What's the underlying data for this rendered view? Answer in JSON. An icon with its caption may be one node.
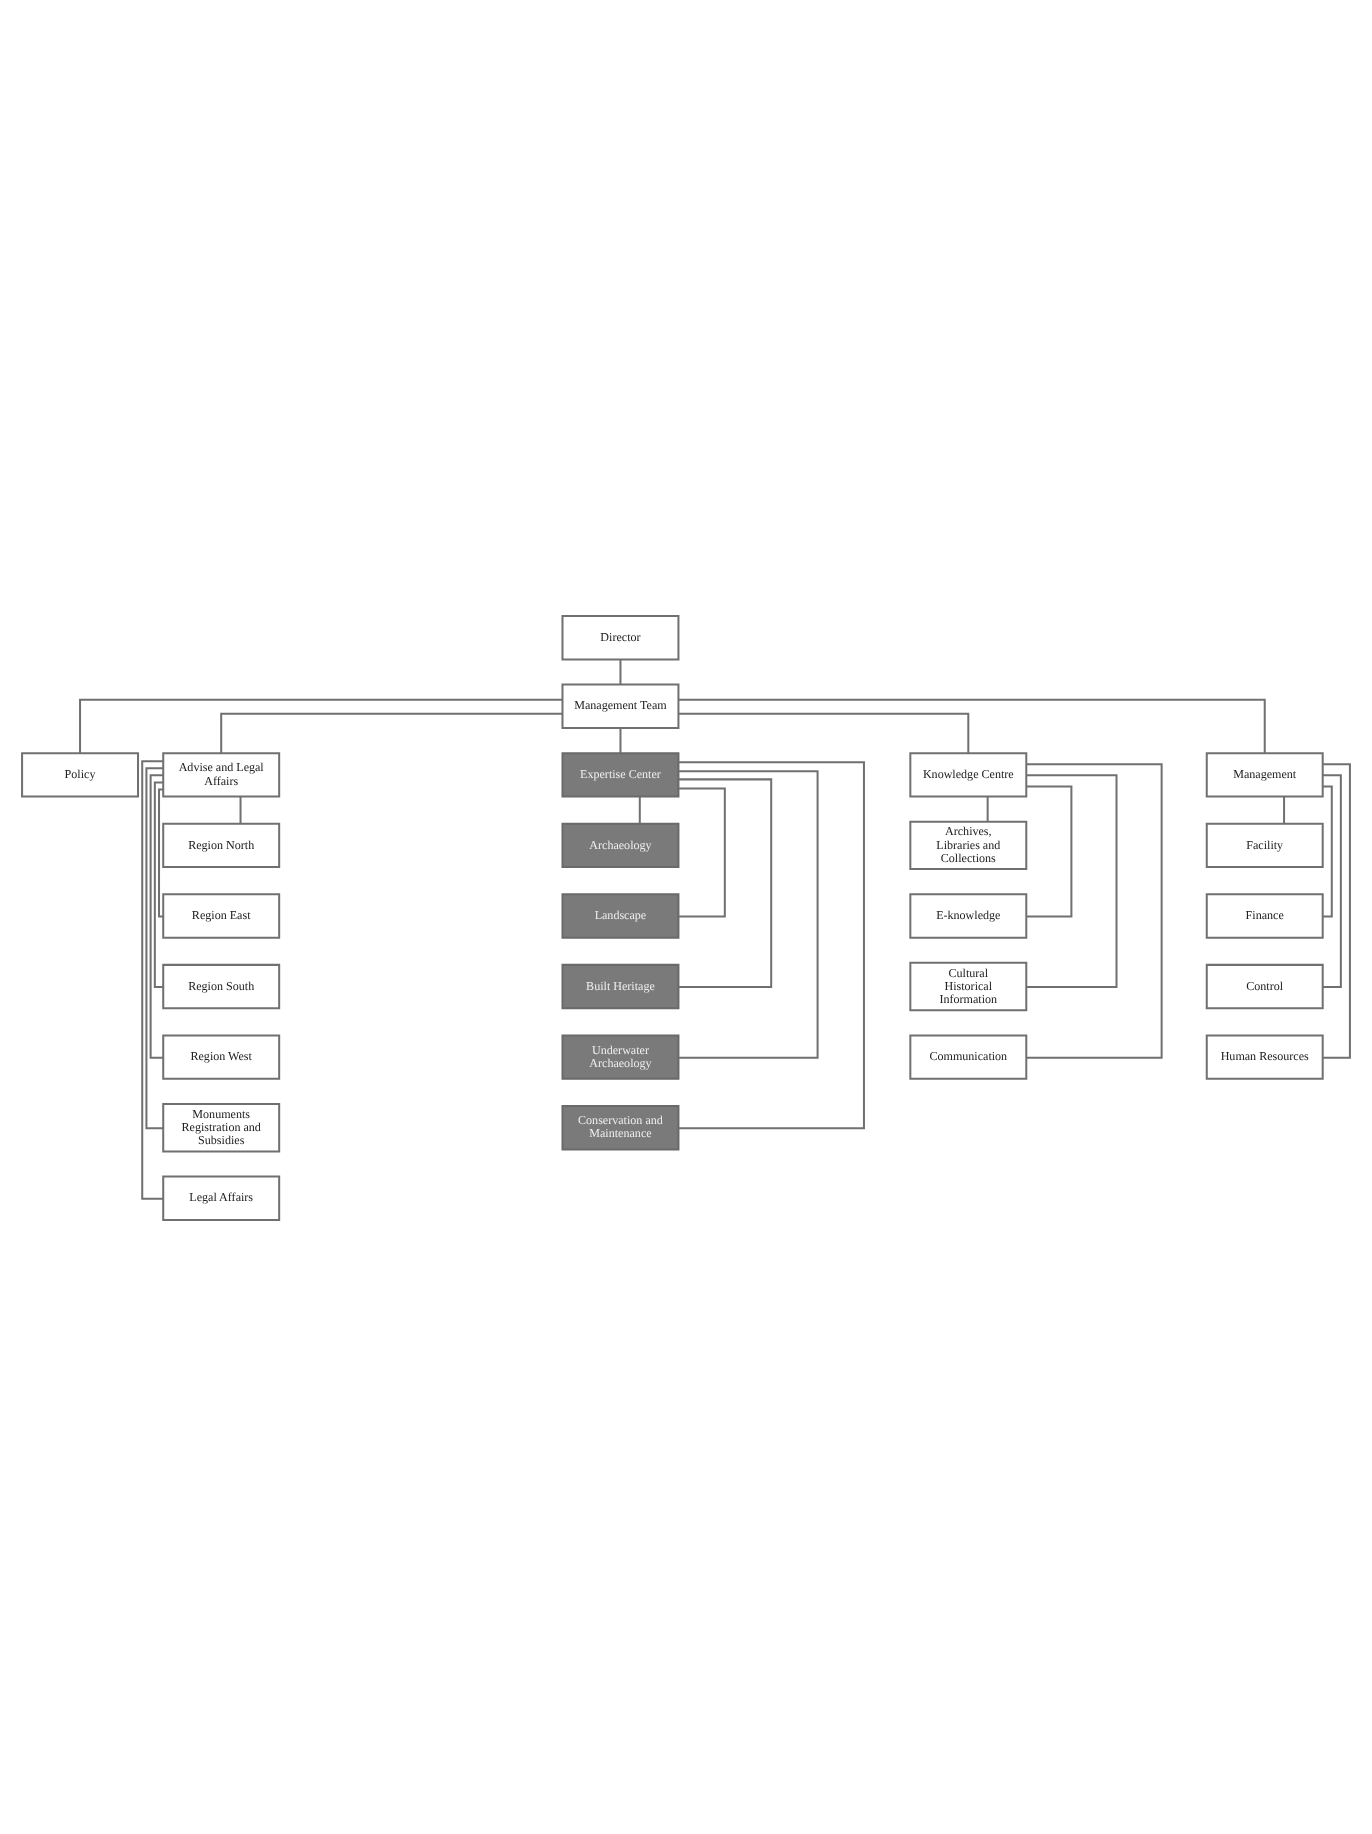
{
  "diagram": {
    "nodes": [
      {
        "text": [
          "Director"
        ]
      },
      {
        "text": [
          "Management Team"
        ]
      },
      {
        "text": [
          "Policy"
        ]
      },
      {
        "text": [
          "Advise and Legal Affairs"
        ]
      },
      {
        "text": [
          "Expertise Center"
        ]
      },
      {
        "text": [
          "Knowledge Centre"
        ]
      },
      {
        "text": [
          "Management"
        ]
      },
      {
        "text": [
          "Region North"
        ]
      },
      {
        "text": [
          "Region East"
        ]
      },
      {
        "text": [
          "Region South"
        ]
      },
      {
        "text": [
          "Region West"
        ]
      },
      {
        "text": [
          "Monuments Registration and Subsidies"
        ]
      },
      {
        "text": [
          "Legal Affairs"
        ]
      },
      {
        "text": [
          "Archaeology"
        ]
      },
      {
        "text": [
          "Landscape"
        ]
      },
      {
        "text": [
          "Built Heritage"
        ]
      },
      {
        "text": [
          "Underwater Archaeology"
        ]
      },
      {
        "text": [
          "Conservation and Maintenance"
        ]
      },
      {
        "text": [
          "Archives, Libraries and Collections"
        ]
      },
      {
        "text": [
          "E-knowledge"
        ]
      },
      {
        "text": [
          "Cultural Historical Information"
        ]
      },
      {
        "text": [
          "Communication"
        ]
      },
      {
        "text": [
          "Facility"
        ]
      },
      {
        "text": [
          "Finance"
        ]
      },
      {
        "text": [
          "Control"
        ]
      },
      {
        "text": [
          "Human Resources"
        ]
      }
    ],
    "edges": [
      {
        "from": 0,
        "to": 1,
        "arrow": "none"
      },
      {
        "from": 1,
        "to": 2,
        "arrow": "none"
      },
      {
        "from": 1,
        "to": 3,
        "arrow": "none"
      },
      {
        "from": 1,
        "to": 4,
        "arrow": "none"
      },
      {
        "from": 1,
        "to": 5,
        "arrow": "none"
      },
      {
        "from": 1,
        "to": 6,
        "arrow": "none"
      },
      {
        "from": 3,
        "to": 7,
        "arrow": "none"
      },
      {
        "from": 3,
        "to": 8,
        "arrow": "none"
      },
      {
        "from": 3,
        "to": 9,
        "arrow": "none"
      },
      {
        "from": 3,
        "to": 10,
        "arrow": "none"
      },
      {
        "from": 3,
        "to": 11,
        "arrow": "none"
      },
      {
        "from": 3,
        "to": 12,
        "arrow": "none"
      },
      {
        "from": 4,
        "to": 13,
        "arrow": "none"
      },
      {
        "from": 4,
        "to": 14,
        "arrow": "none"
      },
      {
        "from": 4,
        "to": 15,
        "arrow": "none"
      },
      {
        "from": 4,
        "to": 16,
        "arrow": "none"
      },
      {
        "from": 4,
        "to": 17,
        "arrow": "none"
      },
      {
        "from": 5,
        "to": 18,
        "arrow": "none"
      },
      {
        "from": 5,
        "to": 19,
        "arrow": "none"
      },
      {
        "from": 5,
        "to": 20,
        "arrow": "none"
      },
      {
        "from": 5,
        "to": 21,
        "arrow": "none"
      },
      {
        "from": 6,
        "to": 22,
        "arrow": "none"
      },
      {
        "from": 6,
        "to": 23,
        "arrow": "none"
      },
      {
        "from": 6,
        "to": 24,
        "arrow": "none"
      },
      {
        "from": 6,
        "to": 25,
        "arrow": "none"
      }
    ]
  }
}
